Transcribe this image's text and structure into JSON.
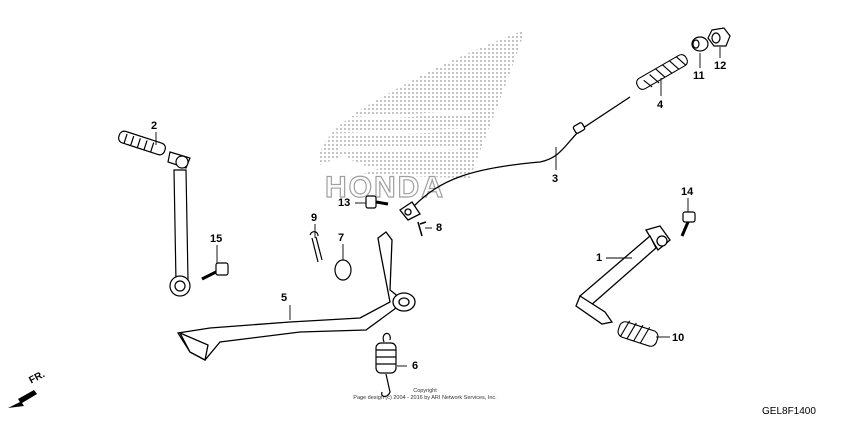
{
  "logo": {
    "brand_text": "HONDA"
  },
  "callouts": [
    {
      "id": "1",
      "label": "1"
    },
    {
      "id": "2",
      "label": "2"
    },
    {
      "id": "3",
      "label": "3"
    },
    {
      "id": "4",
      "label": "4"
    },
    {
      "id": "5",
      "label": "5"
    },
    {
      "id": "6",
      "label": "6"
    },
    {
      "id": "7",
      "label": "7"
    },
    {
      "id": "8",
      "label": "8"
    },
    {
      "id": "9",
      "label": "9"
    },
    {
      "id": "10",
      "label": "10"
    },
    {
      "id": "11",
      "label": "11"
    },
    {
      "id": "12",
      "label": "12"
    },
    {
      "id": "13",
      "label": "13"
    },
    {
      "id": "14",
      "label": "14"
    },
    {
      "id": "15",
      "label": "15"
    }
  ],
  "front_marker": {
    "label": "FR."
  },
  "copyright": {
    "line1": "Copyright",
    "line2": "Page design (c) 2004 - 2016 by ARI Network Services, Inc."
  },
  "diagram_code": "GEL8F1400"
}
